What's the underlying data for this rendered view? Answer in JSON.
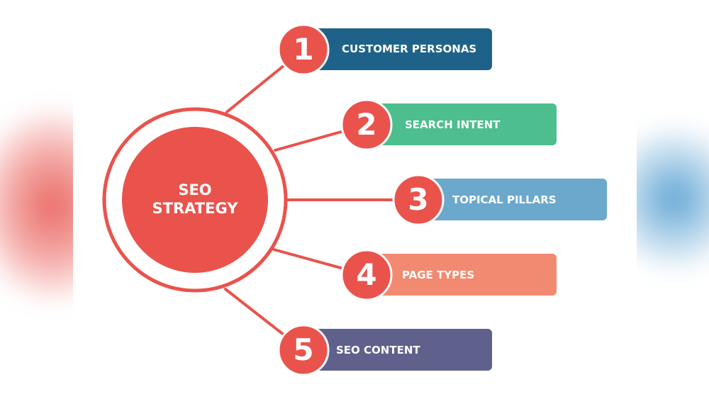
{
  "hub": {
    "title_line1": "SEO",
    "title_line2": "STRATEGY",
    "color": "#e9534c"
  },
  "items": [
    {
      "number": "1",
      "label": "CUSTOMER PERSONAS",
      "color": "#1f6289"
    },
    {
      "number": "2",
      "label": "SEARCH INTENT",
      "color": "#4dbe8d"
    },
    {
      "number": "3",
      "label": "TOPICAL PILLARS",
      "color": "#6ba8cc"
    },
    {
      "number": "4",
      "label": "PAGE TYPES",
      "color": "#f28a71"
    },
    {
      "number": "5",
      "label": "SEO CONTENT",
      "color": "#5f618c"
    }
  ],
  "badge_color": "#e9534c",
  "connector_color": "#e9534c"
}
